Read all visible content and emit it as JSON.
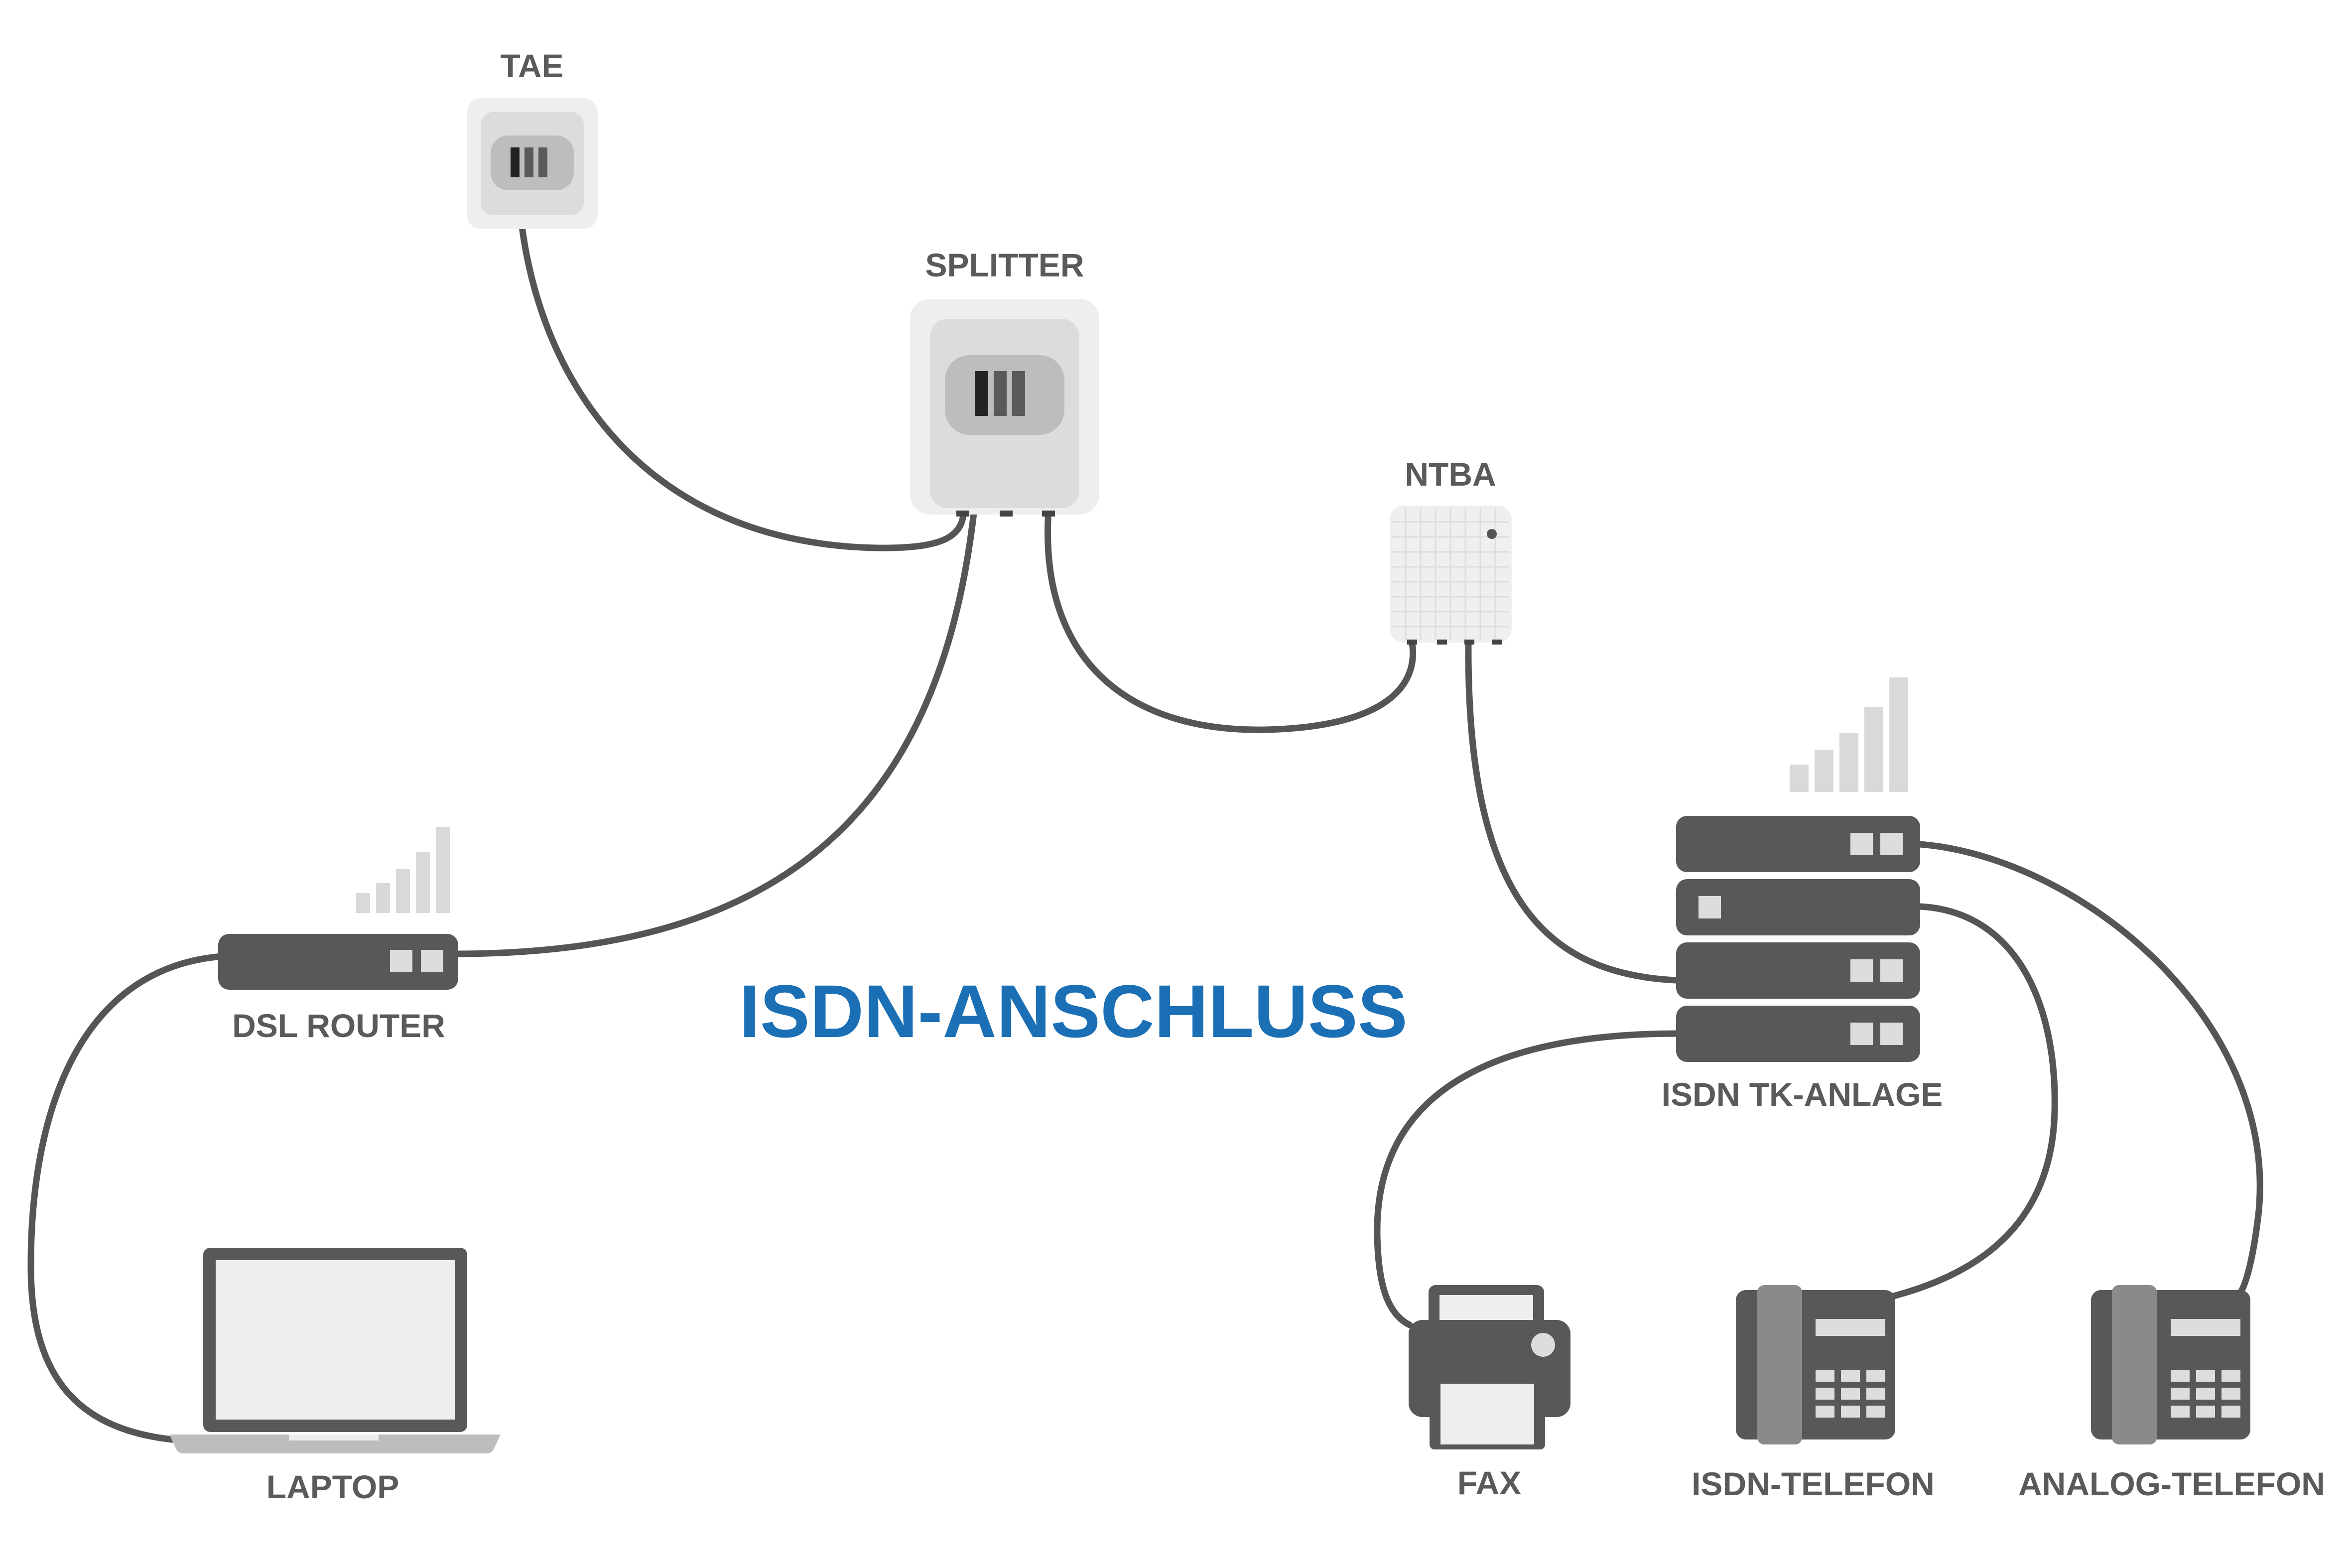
{
  "title": "ISDN-ANSCHLUSS",
  "devices": {
    "tae": "TAE",
    "splitter": "SPLITTER",
    "ntba": "NTBA",
    "dsl_router": "DSL ROUTER",
    "isdn_tk_anlage": "ISDN TK-ANLAGE",
    "laptop": "LAPTOP",
    "fax": "FAX",
    "isdn_telefon": "ISDN-TELEFON",
    "analog_telefon": "ANALOG-TELEFON"
  },
  "colors": {
    "title": "#1b6fb5",
    "label": "#5a5a5a",
    "cable": "#555555",
    "device_dark": "#585858",
    "device_light": "#e8e8e8",
    "signal_bars": "#d9d9d9"
  },
  "icons": {
    "wifi": "signal-bars-icon",
    "jack": "rj-port-icon"
  }
}
